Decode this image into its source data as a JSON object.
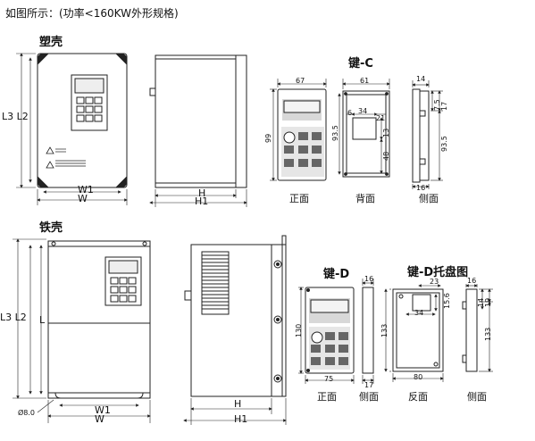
{
  "caption": "如图所示：(功率<160KW外形规格)",
  "plastic": {
    "title": "塑壳",
    "left_dims": "L3 L2",
    "w1": "W1",
    "w": "W",
    "h": "H",
    "h1": "H1"
  },
  "keypad_c": {
    "title": "键-C",
    "front_label": "正面",
    "back_label": "背面",
    "side_label": "侧面",
    "d_67": "67",
    "d_99": "99",
    "d_61": "61",
    "d_6": "6",
    "d_34": "34",
    "d_21": "21",
    "d_13": "13",
    "d_935a": "93.5",
    "d_48": "48",
    "d_14": "14",
    "d_75": "7.5",
    "d_17": "17",
    "d_935b": "93.5",
    "d_16": "16"
  },
  "iron": {
    "title": "铁壳",
    "left_dims": "L3 L2",
    "l": "L",
    "hole": "Ø8.0",
    "w1": "W1",
    "w": "W",
    "h": "H",
    "h1": "H1"
  },
  "keypad_d": {
    "title": "键-D",
    "front_label": "正面",
    "side_label": "侧面",
    "d_130": "130",
    "d_75": "75",
    "d_16": "16",
    "d_17": "17"
  },
  "tray_d": {
    "title": "键-D托盘图",
    "reverse_label": "反面",
    "side_label": "侧面",
    "d_23": "23",
    "d_156": "15.6",
    "d_34": "34",
    "d_133a": "133",
    "d_80": "80",
    "d_16": "16",
    "d_14": "14",
    "d_19": "19",
    "d_133b": "133"
  }
}
